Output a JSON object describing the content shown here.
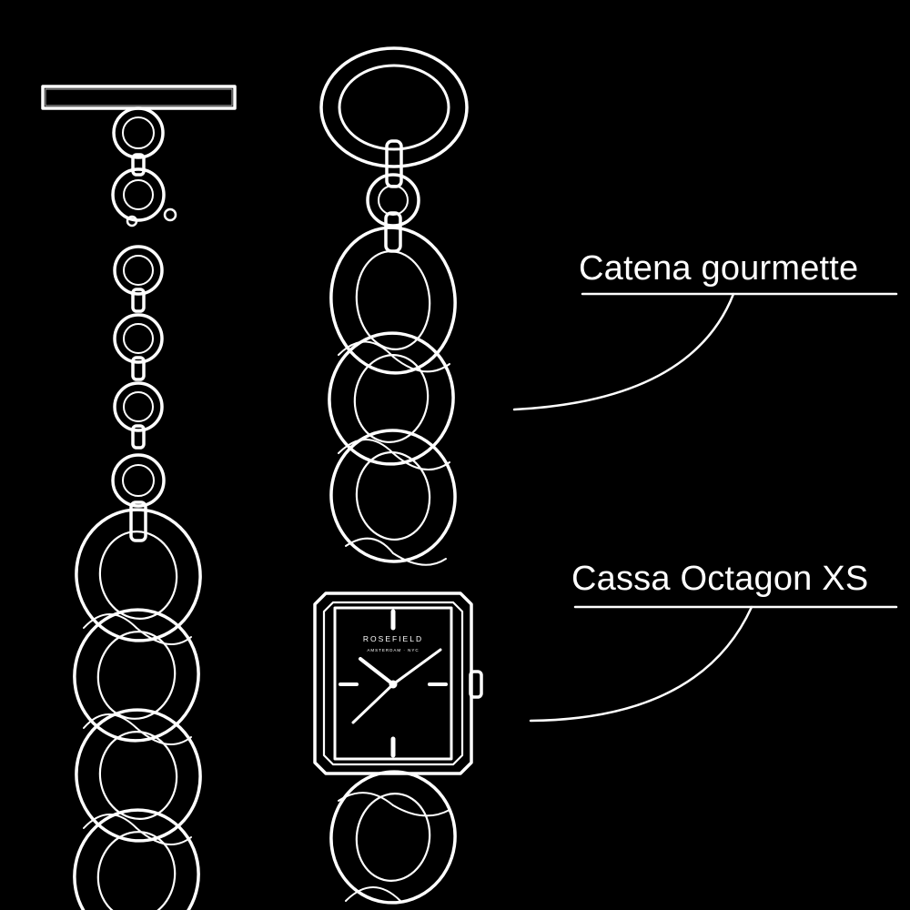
{
  "annotations": {
    "chain_label": "Catena gourmette",
    "case_label": "Cassa Octagon XS"
  },
  "watch_dial": {
    "brand": "ROSEFIELD",
    "sub_brand": "AMSTERDAM · NYC"
  },
  "colors": {
    "background": "#000000",
    "line": "#ffffff"
  }
}
